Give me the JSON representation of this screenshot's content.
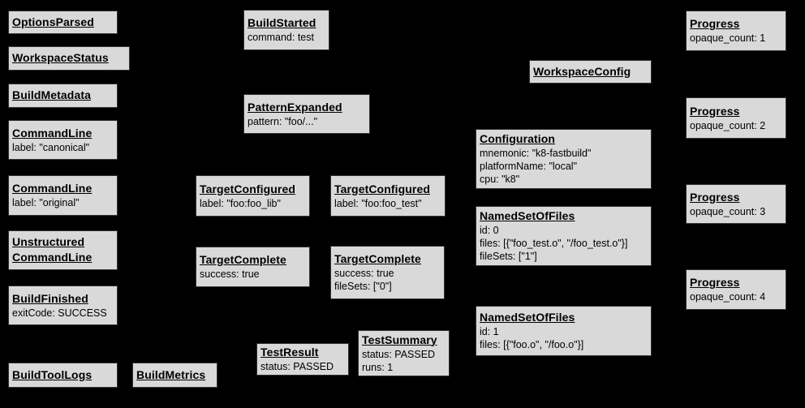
{
  "canvas": {
    "background": "#000000",
    "box_fill": "#d9d9d9",
    "box_border": "#333333",
    "text_color": "#000000"
  },
  "boxes": [
    {
      "name": "options-parsed",
      "title": "OptionsParsed",
      "lines": []
    },
    {
      "name": "workspace-status",
      "title": "WorkspaceStatus",
      "lines": []
    },
    {
      "name": "build-metadata",
      "title": "BuildMetadata",
      "lines": []
    },
    {
      "name": "command-line-canonical",
      "title": "CommandLine",
      "lines": [
        "label: \"canonical\""
      ]
    },
    {
      "name": "command-line-original",
      "title": "CommandLine",
      "lines": [
        "label: \"original\""
      ]
    },
    {
      "name": "unstructured-command-line",
      "title": "Unstructured\nCommandLine",
      "lines": []
    },
    {
      "name": "build-finished",
      "title": "BuildFinished",
      "lines": [
        "exitCode: SUCCESS"
      ]
    },
    {
      "name": "build-tool-logs",
      "title": "BuildToolLogs",
      "lines": []
    },
    {
      "name": "build-metrics",
      "title": "BuildMetrics",
      "lines": []
    },
    {
      "name": "build-started",
      "title": "BuildStarted",
      "lines": [
        "command: test"
      ]
    },
    {
      "name": "pattern-expanded",
      "title": "PatternExpanded",
      "lines": [
        "pattern: \"foo/...\""
      ]
    },
    {
      "name": "target-configured-lib",
      "title": "TargetConfigured",
      "lines": [
        "label: \"foo:foo_lib\""
      ]
    },
    {
      "name": "target-configured-test",
      "title": "TargetConfigured",
      "lines": [
        "label: \"foo:foo_test\""
      ]
    },
    {
      "name": "target-complete-lib",
      "title": "TargetComplete",
      "lines": [
        "success: true"
      ]
    },
    {
      "name": "target-complete-test",
      "title": "TargetComplete",
      "lines": [
        "success: true",
        "fileSets: [\"0\"]"
      ]
    },
    {
      "name": "test-result",
      "title": "TestResult",
      "lines": [
        "status: PASSED"
      ]
    },
    {
      "name": "test-summary",
      "title": "TestSummary",
      "lines": [
        "status: PASSED",
        "runs: 1"
      ]
    },
    {
      "name": "workspace-config",
      "title": "WorkspaceConfig",
      "lines": []
    },
    {
      "name": "configuration",
      "title": "Configuration",
      "lines": [
        "mnemonic: \"k8-fastbuild\"",
        "platformName: \"local\"",
        "cpu: \"k8\""
      ]
    },
    {
      "name": "named-set-of-files-0",
      "title": "NamedSetOfFiles",
      "lines": [
        "id: 0",
        "files: [{\"foo_test.o\", \"/foo_test.o\"}]",
        "fileSets: [\"1\"]"
      ]
    },
    {
      "name": "named-set-of-files-1",
      "title": "NamedSetOfFiles",
      "lines": [
        "id: 1",
        "files: [{\"foo.o\", \"/foo.o\"}]"
      ]
    },
    {
      "name": "progress-1",
      "title": "Progress",
      "lines": [
        "opaque_count: 1"
      ]
    },
    {
      "name": "progress-2",
      "title": "Progress",
      "lines": [
        "opaque_count: 2"
      ]
    },
    {
      "name": "progress-3",
      "title": "Progress",
      "lines": [
        "opaque_count: 3"
      ]
    },
    {
      "name": "progress-4",
      "title": "Progress",
      "lines": [
        "opaque_count: 4"
      ]
    }
  ]
}
